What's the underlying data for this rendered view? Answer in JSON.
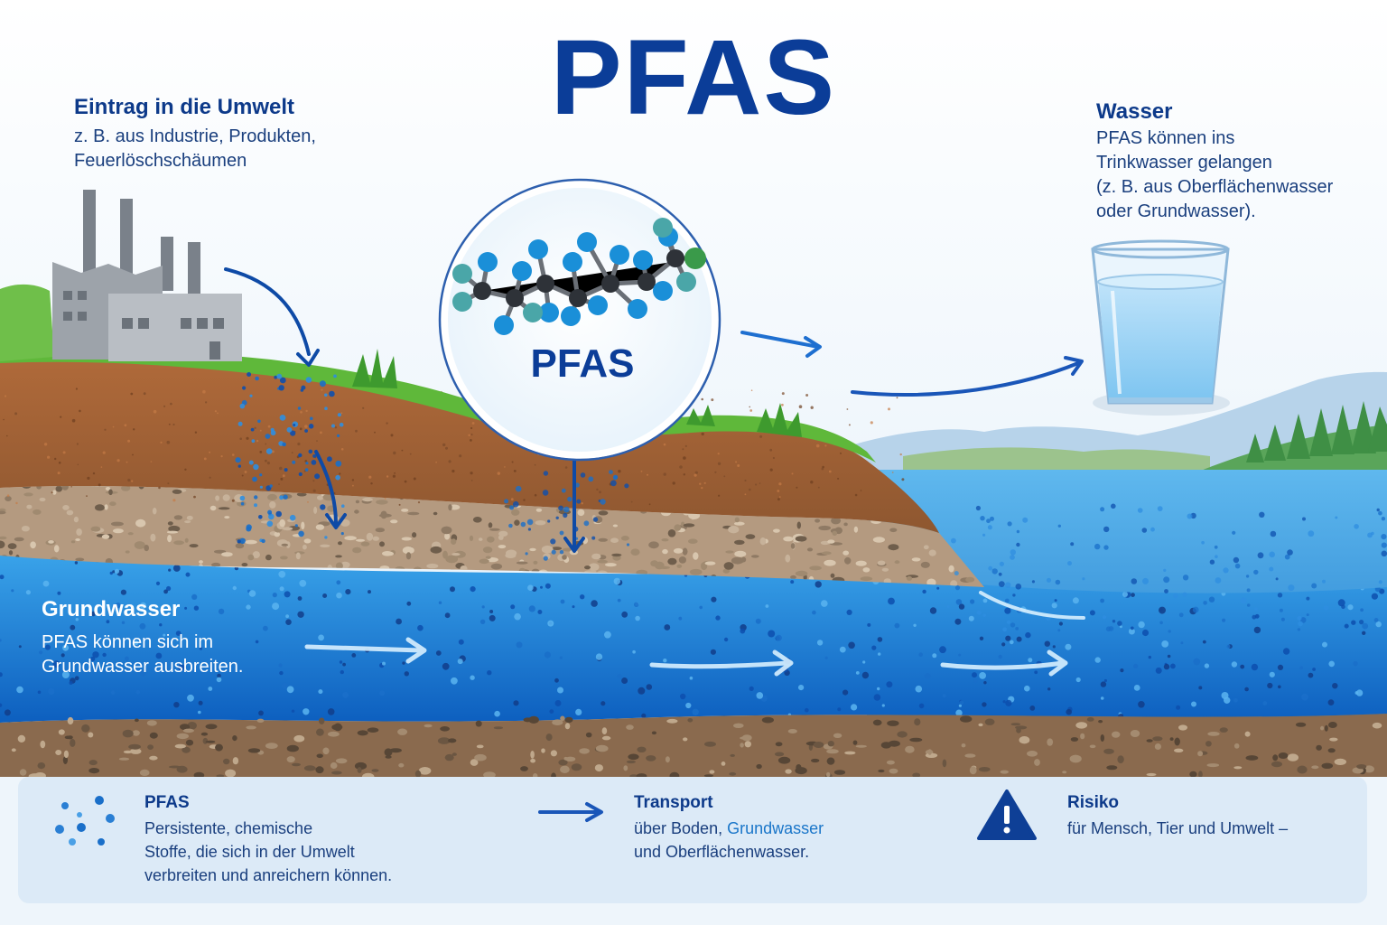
{
  "title": "PFAS",
  "molecule": {
    "label": "PFAS"
  },
  "entry": {
    "heading": "Eintrag in die Umwelt",
    "lines": [
      "z. B. aus Industrie, Produkten,",
      "Feuerlöschschäumen"
    ]
  },
  "water": {
    "heading": "Wasser",
    "lines": [
      "PFAS können ins",
      "Trinkwasser gelangen",
      "(z. B. aus Oberflächenwasser",
      "oder Grundwasser)."
    ]
  },
  "groundwater": {
    "heading": "Grundwasser",
    "lines": [
      "PFAS können sich im",
      "Grundwasser ausbreiten."
    ]
  },
  "legend": {
    "pfas": {
      "icon": "dots-icon",
      "heading": "PFAS",
      "lines": [
        "Persistente, chemische",
        "Stoffe, die sich in der Umwelt",
        "verbreiten und anreichern können."
      ]
    },
    "transport": {
      "icon": "arrow-right-icon",
      "heading": "Transport",
      "line1_pre": "über Boden, ",
      "line1_highlight": "Grundwasser",
      "line2": "und Oberflächenwasser."
    },
    "risk": {
      "icon": "warning-icon",
      "heading": "Risiko",
      "line": "für Mensch, Tier und Umwelt –"
    }
  },
  "colors": {
    "brand_blue": "#0b3d98",
    "water_blue": "#1e88d8",
    "grass_green": "#5fb83a",
    "soil_brown": "#9a5a32"
  }
}
